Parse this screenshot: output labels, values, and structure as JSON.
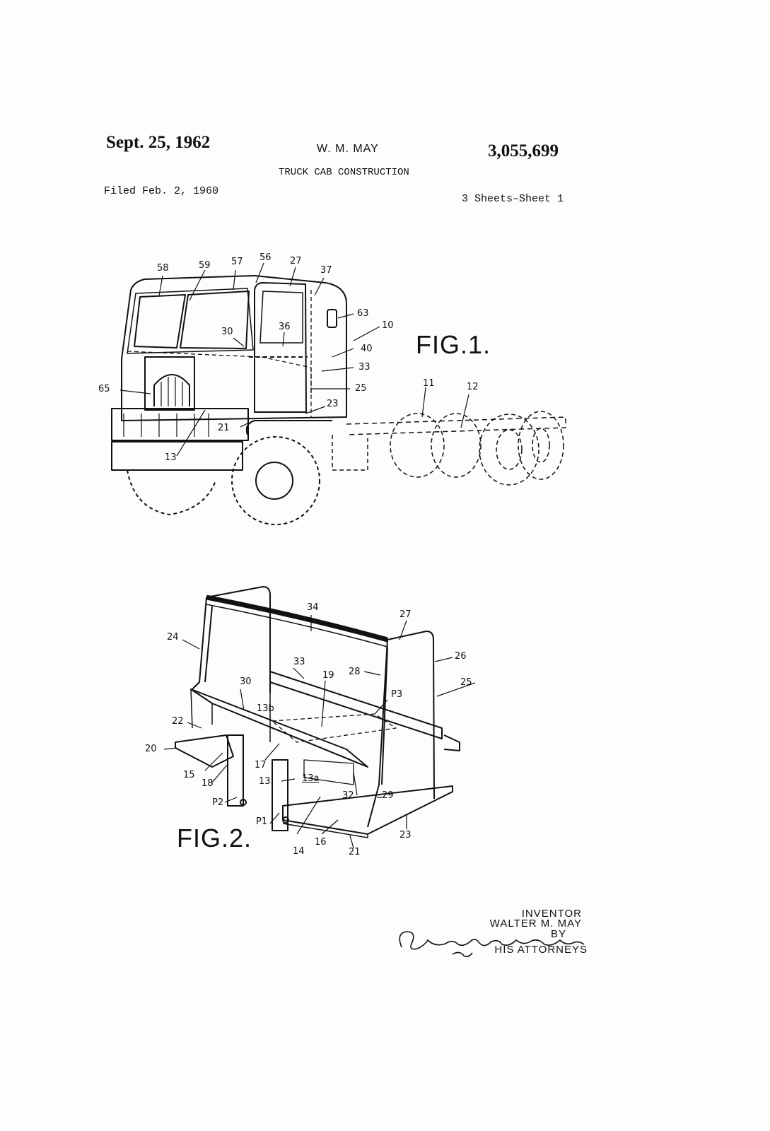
{
  "header": {
    "date": "Sept. 25, 1962",
    "inventor": "W. M. MAY",
    "patent_number": "3,055,699",
    "title": "TRUCK CAB CONSTRUCTION",
    "filed": "Filed Feb. 2, 1960",
    "sheets": "3 Sheets–Sheet 1"
  },
  "figures": {
    "fig1": {
      "label": "FIG.1.",
      "refs": [
        "58",
        "59",
        "57",
        "56",
        "27",
        "37",
        "63",
        "10",
        "40",
        "33",
        "25",
        "23",
        "21",
        "30",
        "36",
        "65",
        "13",
        "11",
        "12"
      ]
    },
    "fig2": {
      "label": "FIG.2.",
      "refs": [
        "34",
        "27",
        "24",
        "26",
        "25",
        "33",
        "28",
        "19",
        "30",
        "P3",
        "13b",
        "22",
        "20",
        "15",
        "17",
        "18",
        "13",
        "13a",
        "32",
        "29",
        "P2",
        "P1",
        "14",
        "16",
        "21",
        "23"
      ]
    }
  },
  "signature_block": {
    "inventor_label": "INVENTOR",
    "inventor_name": "WALTER M. MAY",
    "by": "BY",
    "attorneys_label": "HIS ATTORNEYS",
    "signature": "Beaubauf, Fuei, Smock & Porter"
  }
}
